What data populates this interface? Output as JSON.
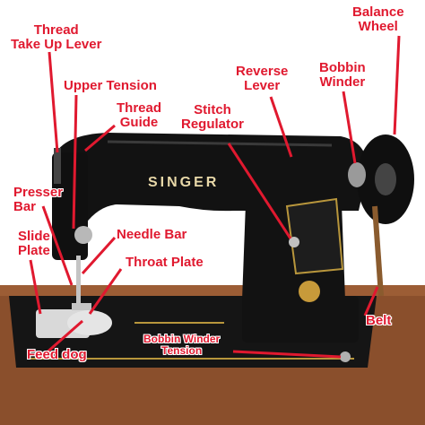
{
  "brand": "SINGER",
  "colors": {
    "label": "#e0192f",
    "machine_body": "#121212",
    "wood": "#8a4f2c",
    "wall": "#ffffff"
  },
  "labels": {
    "balance_wheel": [
      "Balance",
      "Wheel"
    ],
    "thread_take_up_lever": [
      "Thread",
      "Take Up Lever"
    ],
    "upper_tension": "Upper Tension",
    "reverse_lever": [
      "Reverse",
      "Lever"
    ],
    "bobbin_winder": [
      "Bobbin",
      "Winder"
    ],
    "thread_guide": [
      "Thread",
      "Guide"
    ],
    "stitch_regulator": [
      "Stitch",
      "Regulator"
    ],
    "presser_bar": [
      "Presser",
      "Bar"
    ],
    "slide_plate": [
      "Slide",
      "Plate"
    ],
    "needle_bar": "Needle Bar",
    "throat_plate": "Throat Plate",
    "belt": "Belt",
    "feed_dog": "Feed dog",
    "bobbin_winder_tension": [
      "Bobbin Winder",
      "Tension"
    ]
  }
}
